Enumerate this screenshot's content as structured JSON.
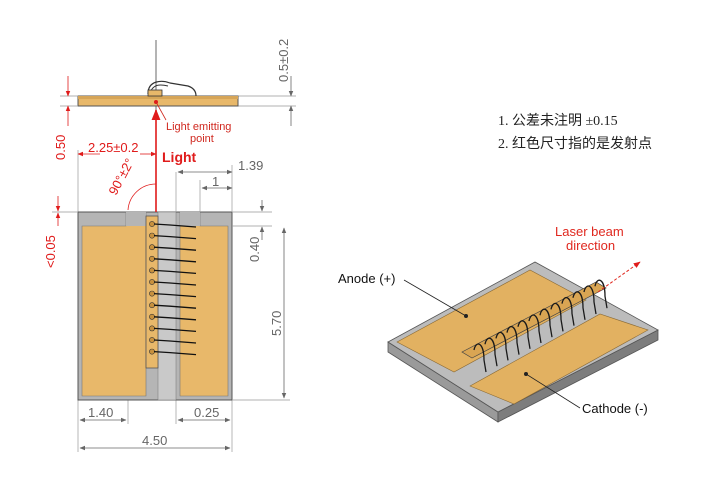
{
  "notes": {
    "line1": "1. 公差未注明 ±0.15",
    "line2": "2. 红色尺寸指的是发射点"
  },
  "side_view": {
    "thickness_dim": "0.5±0.2",
    "height_dim": "0.50",
    "emitter_label_line1": "Light emitting",
    "emitter_label_line2": "point"
  },
  "front_view": {
    "offset_dim": "2.25±0.2",
    "light_label": "Light",
    "angle_dim": "90°±2°",
    "tolerance_dim": "<0.05",
    "top_width_dim": "1.39",
    "pad_dim": "1",
    "notch_dim": "0.40",
    "height_dim": "5.70",
    "left_dim": "1.40",
    "gap_dim": "0.25",
    "total_width_dim": "4.50"
  },
  "iso_view": {
    "laser_label_line1": "Laser beam",
    "laser_label_line2": "direction",
    "anode_label": "Anode (+)",
    "cathode_label": "Cathode (-)"
  },
  "colors": {
    "gold": "#e8b86a",
    "frame": "#b5b5b5",
    "accent_red": "#e01b1b",
    "dim_gray": "#666666"
  }
}
